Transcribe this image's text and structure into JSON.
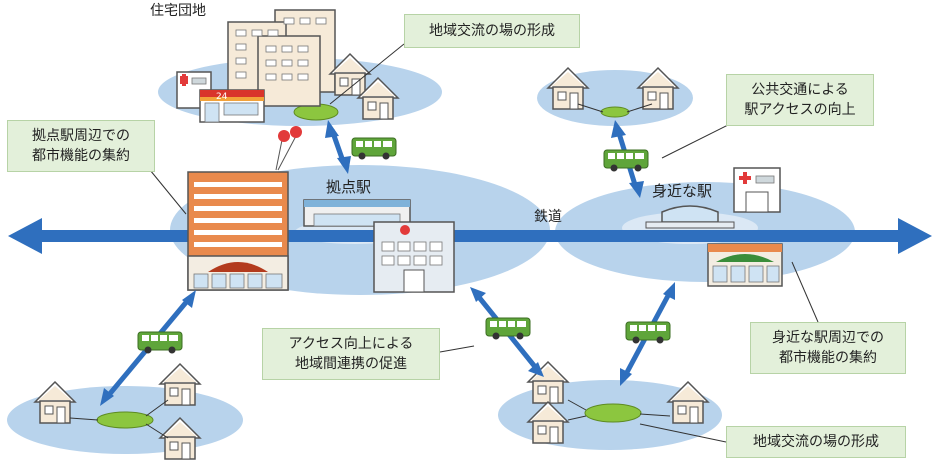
{
  "labels": {
    "housing_estate": "住宅団地",
    "hub_station": "拠点駅",
    "railway": "鉄道",
    "nearby_station": "身近な駅"
  },
  "callouts": {
    "community_top": "地域交流の場の形成",
    "hub_functions": [
      "拠点駅周辺での",
      "都市機能の集約"
    ],
    "public_transit": [
      "公共交通による",
      "駅アクセスの向上"
    ],
    "access_link": [
      "アクセス向上による",
      "地域間連携の促進"
    ],
    "nearby_functions": [
      "身近な駅周辺での",
      "都市機能の集約"
    ],
    "community_bottom": "地域交流の場の形成"
  },
  "signs": {
    "store_24": "24"
  },
  "colors": {
    "area_blue": "#b8d3ec",
    "rail_blue": "#2f6fbe",
    "callout_green": "#e3f0da",
    "bus_green": "#5fa53a",
    "plaza_green": "#8cc63f",
    "hub_building_orange": "#e98a4d"
  }
}
